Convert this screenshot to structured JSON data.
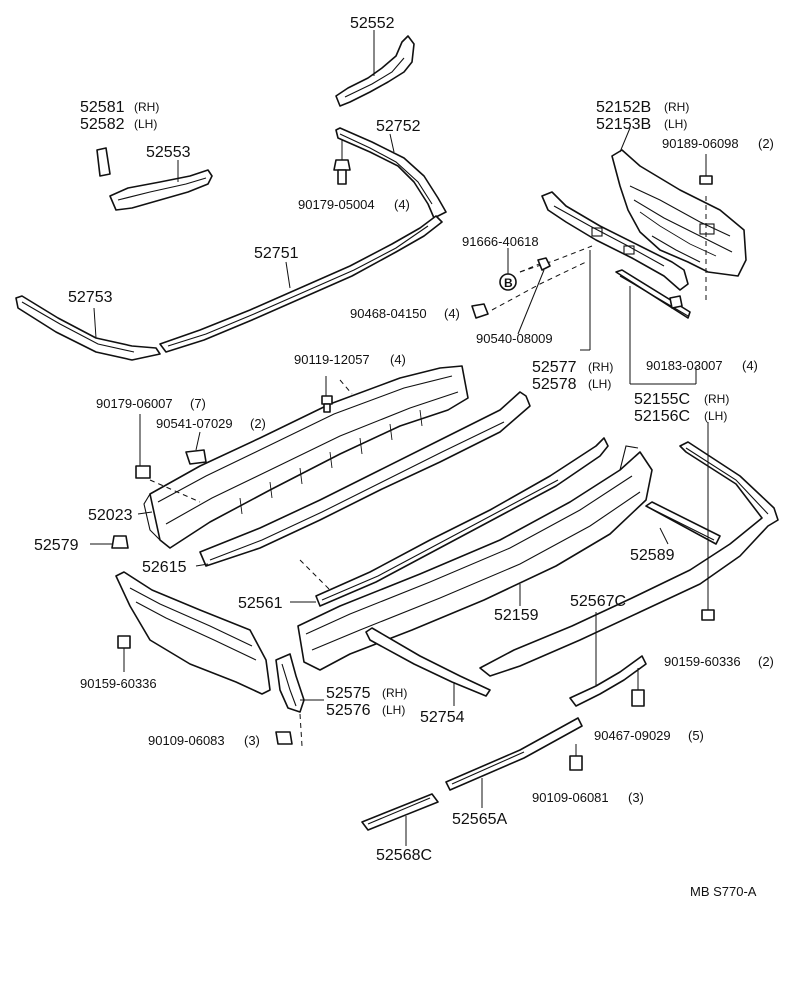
{
  "labels": {
    "p52552": "52552",
    "p52581": "52581",
    "p52581_side": "(RH)",
    "p52582": "52582",
    "p52582_side": "(LH)",
    "p52553": "52553",
    "p52752": "52752",
    "p90179_05004": "90179-05004",
    "p90179_05004_qty": "(4)",
    "p52751": "52751",
    "p52753": "52753",
    "p52152B": "52152B",
    "p52152B_side": "(RH)",
    "p52153B": "52153B",
    "p52153B_side": "(LH)",
    "p90189_06098": "90189-06098",
    "p90189_06098_qty": "(2)",
    "p91666_40618": "91666-40618",
    "circle_b": "B",
    "p90468_04150": "90468-04150",
    "p90468_04150_qty": "(4)",
    "p90540_08009": "90540-08009",
    "p52577": "52577",
    "p52577_side": "(RH)",
    "p52578": "52578",
    "p52578_side": "(LH)",
    "p90183_03007": "90183-03007",
    "p90183_03007_qty": "(4)",
    "p52155C": "52155C",
    "p52155C_side": "(RH)",
    "p52156C": "52156C",
    "p52156C_side": "(LH)",
    "p90119_12057": "90119-12057",
    "p90119_12057_qty": "(4)",
    "p90179_06007": "90179-06007",
    "p90179_06007_qty": "(7)",
    "p90541_07029": "90541-07029",
    "p90541_07029_qty": "(2)",
    "p52023": "52023",
    "p52579": "52579",
    "p52615": "52615",
    "p52589": "52589",
    "p52561": "52561",
    "p52159": "52159",
    "p52567C": "52567C",
    "p90159_60336_right": "90159-60336",
    "p90159_60336_right_qty": "(2)",
    "p90159_60336_left": "90159-60336",
    "p52575": "52575",
    "p52575_side": "(RH)",
    "p52576": "52576",
    "p52576_side": "(LH)",
    "p52754": "52754",
    "p90467_09029": "90467-09029",
    "p90467_09029_qty": "(5)",
    "p90109_06083": "90109-06083",
    "p90109_06083_qty": "(3)",
    "p90109_06081": "90109-06081",
    "p90109_06081_qty": "(3)",
    "p52565A": "52565A",
    "p52568C": "52568C",
    "diagram_code": "MB  S770-A"
  }
}
